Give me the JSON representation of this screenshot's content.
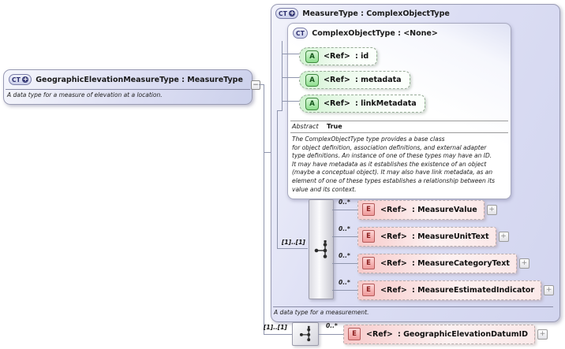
{
  "colors": {
    "lavender": "#d6d9f0",
    "green": "#c9f2c9",
    "pink": "#f6c8c8",
    "line": "#8f95ad"
  },
  "left_box": {
    "badge": "CT",
    "badge_plus": "+",
    "title": "GeographicElevationMeasureType : MeasureType",
    "description": "A data type for a measure of elevation at a location."
  },
  "toggle": {
    "collapse": "−"
  },
  "main_box": {
    "badge": "CT",
    "badge_plus": "+",
    "title": "MeasureType : ComplexObjectType",
    "footer": "A data type for a measurement.",
    "base_box": {
      "badge": "CT",
      "title": "ComplexObjectType : <None>",
      "attributes": [
        {
          "badge": "A",
          "ref": "<Ref>",
          "label": ": id"
        },
        {
          "badge": "A",
          "ref": "<Ref>",
          "label": ": metadata"
        },
        {
          "badge": "A",
          "ref": "<Ref>",
          "label": ": linkMetadata"
        }
      ],
      "abstract_label": "Abstract",
      "abstract_value": "True",
      "doc_lines": [
        "The ComplexObjectType type provides a base class",
        "for object definition, association definitions, and external adapter",
        "type definitions. An instance of one of these types may have an ID.",
        "It may have metadata as it establishes the existence of an object",
        "(maybe a conceptual object). It may also have link metadata, as an",
        "element of one of these types establishes a relationship between its",
        "value and its context."
      ]
    },
    "sequence": {
      "cardinality": "[1]..[1]",
      "elements": [
        {
          "badge": "E",
          "occurs": "0..*",
          "ref": "<Ref>",
          "label": ": MeasureValue",
          "expand": "+"
        },
        {
          "badge": "E",
          "occurs": "0..*",
          "ref": "<Ref>",
          "label": ": MeasureUnitText",
          "expand": "+"
        },
        {
          "badge": "E",
          "occurs": "0..*",
          "ref": "<Ref>",
          "label": ": MeasureCategoryText",
          "expand": "+"
        },
        {
          "badge": "E",
          "occurs": "0..*",
          "ref": "<Ref>",
          "label": ": MeasureEstimatedIndicator",
          "expand": "+"
        }
      ]
    }
  },
  "bottom_group": {
    "cardinality": "[1]..[1]",
    "occurs": "0..*",
    "element": {
      "badge": "E",
      "ref": "<Ref>",
      "label": ": GeographicElevationDatumID",
      "expand": "+"
    }
  }
}
